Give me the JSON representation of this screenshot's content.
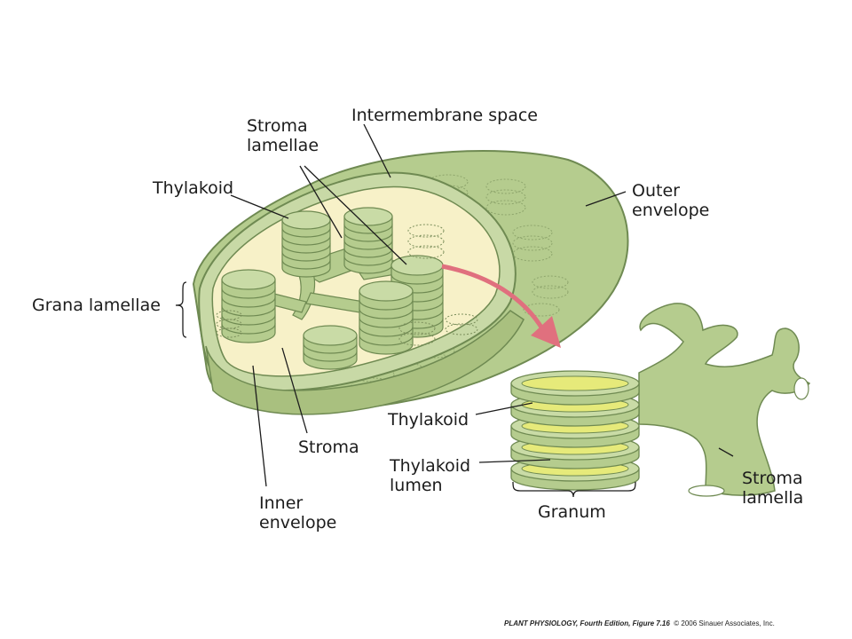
{
  "labels": {
    "stroma_lamellae": "Stroma\nlamellae",
    "intermembrane_space": "Intermembrane space",
    "thylakoid_top": "Thylakoid",
    "outer_envelope": "Outer\nenvelope",
    "grana_lamellae": "Grana lamellae",
    "stroma": "Stroma",
    "inner_envelope": "Inner\nenvelope",
    "thylakoid_detail": "Thylakoid",
    "thylakoid_lumen": "Thylakoid\nlumen",
    "granum": "Granum",
    "stroma_lamella": "Stroma\nlamella"
  },
  "credit": {
    "book": "PLANT PHYSIOLOGY, Fourth Edition, Figure 7.16",
    "copyright": "  © 2006 Sinauer Associates, Inc."
  },
  "colors": {
    "envelope_green": "#b5cc8e",
    "stroma_cream": "#f7f1c8",
    "lumen_yellow": "#e6ea7a",
    "arrow_pink": "#e0707e"
  }
}
